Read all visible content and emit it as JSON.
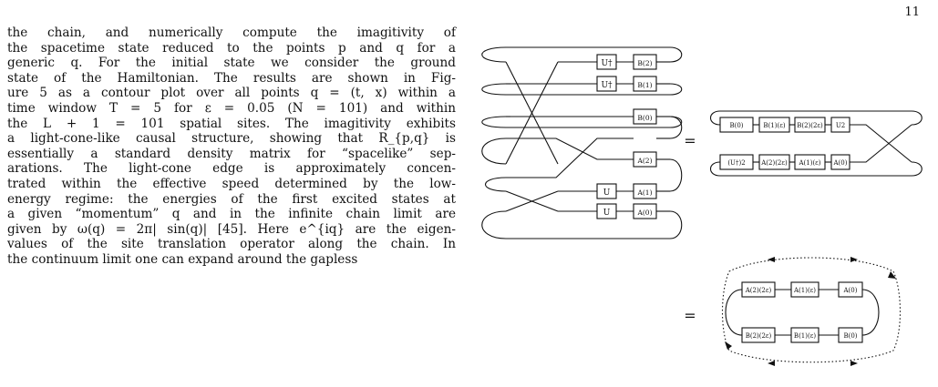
{
  "page_number": "11",
  "body_lines": [
    "the chain, and numerically compute the imagitivity of",
    "the spacetime state reduced to the points p and q for a",
    "generic q. For the initial state we consider the ground",
    "state of the Hamiltonian. The results are shown in Fig-",
    "ure 5 as a contour plot over all points q = (t, x) within a",
    "time window T = 5 for ε = 0.05 (N = 101) and within",
    "the L + 1 = 101 spatial sites. The imagitivity exhibits",
    "a light-cone-like causal structure, showing that R_{p,q} is",
    "essentially a standard density matrix for “spacelike” sep-",
    "arations. The light-cone edge is approximately concen-",
    "trated within the effective speed determined by the low-",
    "energy regime: the energies of the first excited states at",
    "a given “momentum” q and in the infinite chain limit are",
    "given by ω(q) = 2π| sin(q)| [45]. Here e^{iq} are the eigen-",
    "values of the site translation operator along the chain. In",
    "the continuum limit one can expand around the gapless"
  ],
  "diagram": {
    "left_boxes": [
      {
        "op": "U†",
        "state": "B(2)"
      },
      {
        "op": "U†",
        "state": "B(1)"
      },
      {
        "op": "",
        "state": "B(0)"
      },
      {
        "op": "",
        "state": "A(2)"
      },
      {
        "op": "U",
        "state": "A(1)"
      },
      {
        "op": "U",
        "state": "A(0)"
      }
    ],
    "equals_top": "=",
    "equals_bottom": "=",
    "right_top_row": [
      "B(0)",
      "B(1)(ε)",
      "B(2)(2ε)",
      "U2"
    ],
    "right_bottom_row": [
      "(U†)2",
      "A(2)(2ε)",
      "A(1)(ε)",
      "A(0)"
    ],
    "ring_top_row": [
      "A(2)(2ε)",
      "A(1)(ε)",
      "A(0)"
    ],
    "ring_bottom_row": [
      "B(2)(2ε)",
      "B(1)(ε)",
      "B(0)"
    ]
  }
}
